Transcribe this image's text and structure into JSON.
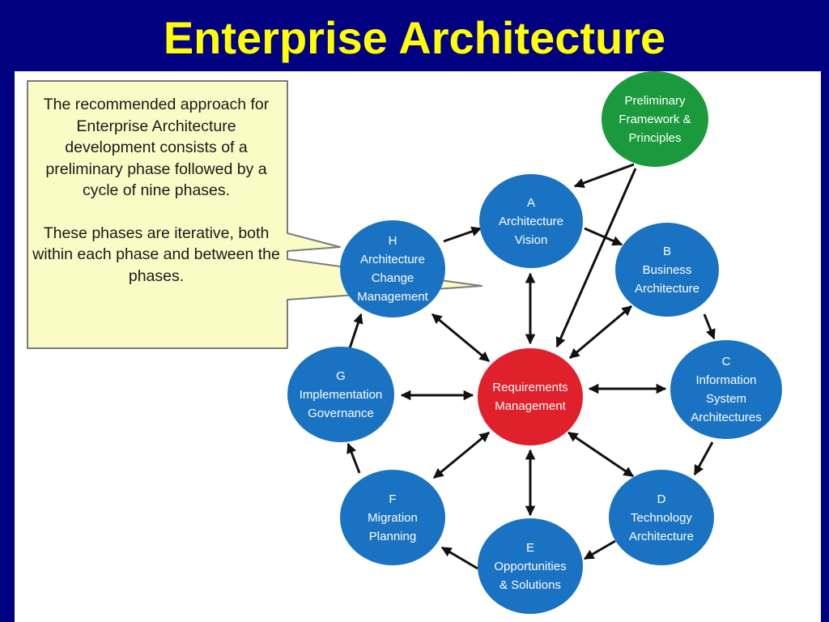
{
  "title": "Enterprise Architecture",
  "callout": {
    "paragraph1": "The recommended approach for Enterprise Architecture development consists of a preliminary phase followed by  a cycle of nine phases.",
    "paragraph2": "These phases are iterative, both within each phase and between the phases."
  },
  "colors": {
    "background": "#000080",
    "title": "#ffff00",
    "phase_node": "#1a72c2",
    "preliminary_node": "#1a9a3c",
    "requirements_node": "#e0202a",
    "callout_fill": "#fbfbc6"
  },
  "nodes": {
    "preliminary": {
      "letter": "",
      "lines": [
        "Preliminary",
        "Framework &",
        "Principles"
      ]
    },
    "a": {
      "letter": "A",
      "lines": [
        "Architecture",
        "Vision"
      ]
    },
    "b": {
      "letter": "B",
      "lines": [
        "Business",
        "Architecture"
      ]
    },
    "c": {
      "letter": "C",
      "lines": [
        "Information",
        "System",
        "Architectures"
      ]
    },
    "d": {
      "letter": "D",
      "lines": [
        "Technology",
        "Architecture"
      ]
    },
    "e": {
      "letter": "E",
      "lines": [
        "Opportunities",
        "& Solutions"
      ]
    },
    "f": {
      "letter": "F",
      "lines": [
        "Migration",
        "Planning"
      ]
    },
    "g": {
      "letter": "G",
      "lines": [
        "Implementation",
        "Governance"
      ]
    },
    "h": {
      "letter": "H",
      "lines": [
        "Architecture",
        "Change",
        "Management"
      ]
    },
    "requirements": {
      "letter": "",
      "lines": [
        "Requirements",
        "Management"
      ]
    }
  }
}
